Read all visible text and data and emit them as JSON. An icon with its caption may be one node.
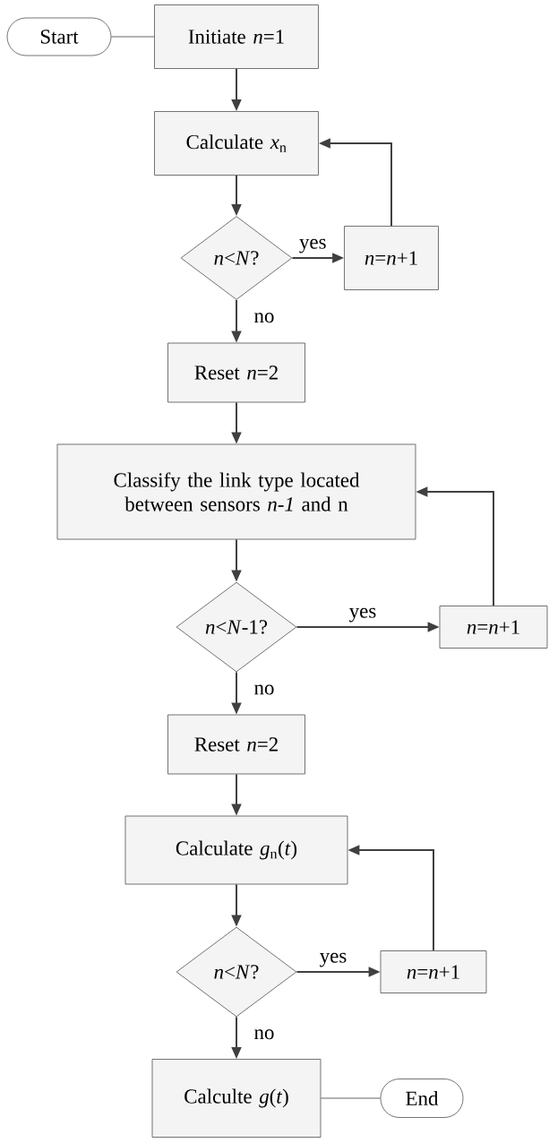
{
  "diagram": {
    "nodes": [
      {
        "text": [
          "Start"
        ]
      },
      {
        "text": [
          "Initiate *n*=1"
        ]
      },
      {
        "text": [
          "Calculate *x*$_{n}$"
        ]
      },
      {
        "text": [
          "*n*<*N*?"
        ]
      },
      {
        "text": [
          "*n*=*n*+1"
        ]
      },
      {
        "text": [
          "Reset *n*=2"
        ]
      },
      {
        "text": [
          "Classify the link type located between sensors *n-1* and n"
        ]
      },
      {
        "text": [
          "*n*<*N*-1?"
        ]
      },
      {
        "text": [
          "*n*=*n*+1"
        ]
      },
      {
        "text": [
          "Reset *n*=2"
        ]
      },
      {
        "text": [
          "Calculate *g*$_{n}$(*t*)"
        ]
      },
      {
        "text": [
          "*n*<*N*?"
        ]
      },
      {
        "text": [
          "*n*=*n*+1"
        ]
      },
      {
        "text": [
          "Calculte *g*(*t*)"
        ]
      },
      {
        "text": [
          "End"
        ]
      }
    ],
    "edges": [
      {
        "from": 0,
        "to": 1,
        "arrow": "none"
      },
      {
        "from": 1,
        "to": 2,
        "arrow": "to"
      },
      {
        "from": 2,
        "to": 3,
        "arrow": "to"
      },
      {
        "from": 3,
        "to": 4,
        "arrow": "to",
        "label": "yes"
      },
      {
        "from": 4,
        "to": 2,
        "arrow": "to"
      },
      {
        "from": 3,
        "to": 5,
        "arrow": "to",
        "label": "no"
      },
      {
        "from": 5,
        "to": 6,
        "arrow": "to"
      },
      {
        "from": 6,
        "to": 7,
        "arrow": "to"
      },
      {
        "from": 7,
        "to": 8,
        "arrow": "to",
        "label": "yes"
      },
      {
        "from": 8,
        "to": 6,
        "arrow": "to"
      },
      {
        "from": 7,
        "to": 9,
        "arrow": "to",
        "label": "no"
      },
      {
        "from": 9,
        "to": 10,
        "arrow": "to"
      },
      {
        "from": 10,
        "to": 11,
        "arrow": "to"
      },
      {
        "from": 11,
        "to": 12,
        "arrow": "to",
        "label": "yes"
      },
      {
        "from": 12,
        "to": 10,
        "arrow": "to"
      },
      {
        "from": 11,
        "to": 13,
        "arrow": "to",
        "label": "no"
      },
      {
        "from": 13,
        "to": 14,
        "arrow": "none"
      }
    ]
  }
}
